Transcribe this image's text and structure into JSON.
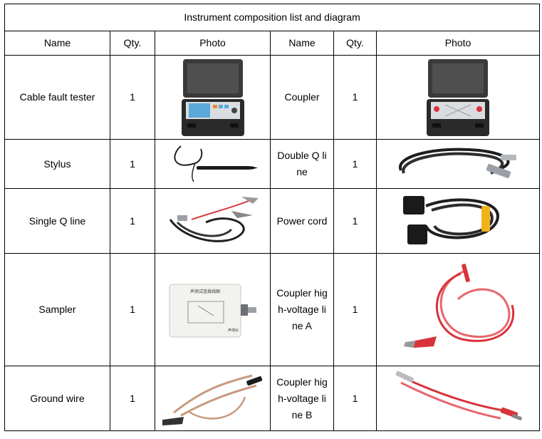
{
  "title": "Instrument composition list and diagram",
  "headers": {
    "name": "Name",
    "qty": "Qty.",
    "photo": "Photo"
  },
  "rows": [
    {
      "left": {
        "name": "Cable fault tester",
        "qty": "1",
        "photo_icon": "cable-fault-tester-case-photo"
      },
      "right": {
        "name": "Coupler",
        "qty": "1",
        "photo_icon": "coupler-case-photo"
      }
    },
    {
      "left": {
        "name": "Stylus",
        "qty": "1",
        "photo_icon": "stylus-photo"
      },
      "right": {
        "name": "Double Q line",
        "qty": "1",
        "photo_icon": "double-q-line-photo"
      }
    },
    {
      "left": {
        "name": "Single Q line",
        "qty": "1",
        "photo_icon": "single-q-line-photo"
      },
      "right": {
        "name": "Power cord",
        "qty": "1",
        "photo_icon": "power-cord-photo"
      }
    },
    {
      "left": {
        "name": "Sampler",
        "qty": "1",
        "photo_icon": "sampler-box-photo"
      },
      "right": {
        "name": "Coupler high-voltage line A",
        "qty": "1",
        "photo_icon": "high-voltage-line-a-photo"
      }
    },
    {
      "left": {
        "name": "Ground wire",
        "qty": "1",
        "photo_icon": "ground-wire-photo"
      },
      "right": {
        "name": "Coupler high-voltage line B",
        "qty": "1",
        "photo_icon": "high-voltage-line-b-photo"
      }
    }
  ],
  "photo_text": {
    "sampler_label": "声测试连接线图",
    "sampler_legend": "声测仪"
  },
  "colors": {
    "case_black": "#2a2a2a",
    "screen_blue": "#5aa9d8",
    "wire_red": "#d8333a",
    "wire_pink": "#e8656d",
    "plug_yellow": "#f2b21c",
    "copper": "#c89a7d"
  }
}
